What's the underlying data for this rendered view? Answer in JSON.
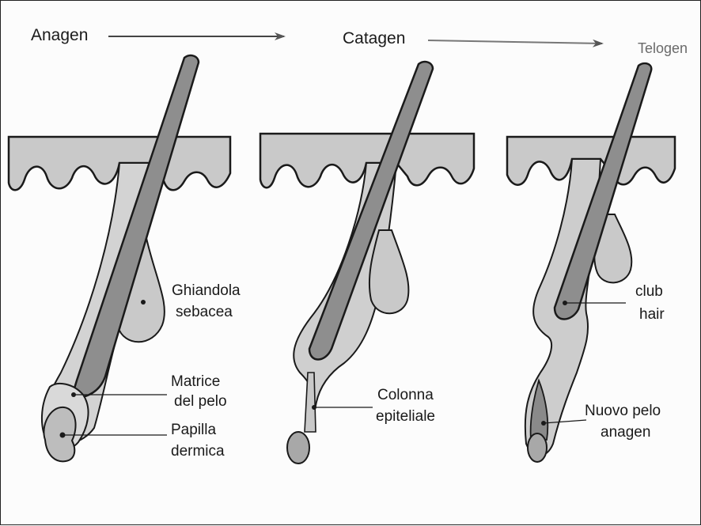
{
  "phases": {
    "anagen": "Anagen",
    "catagen": "Catagen",
    "telogen": "Telogen"
  },
  "labels": {
    "ghiandola_1": "Ghiandola",
    "ghiandola_2": "sebacea",
    "matrice_1": "Matrice",
    "matrice_2": "del pelo",
    "papilla_1": "Papilla",
    "papilla_2": "dermica",
    "colonna_1": "Colonna",
    "colonna_2": "epiteliale",
    "club_1": "club",
    "club_2": "hair",
    "nuovo_1": "Nuovo pelo",
    "nuovo_2": "anagen"
  },
  "colors": {
    "tissue": "#c9c9c9",
    "hair_shaft": "#8e8e8e",
    "outline": "#1a1a1a",
    "arrow": "#555555"
  }
}
